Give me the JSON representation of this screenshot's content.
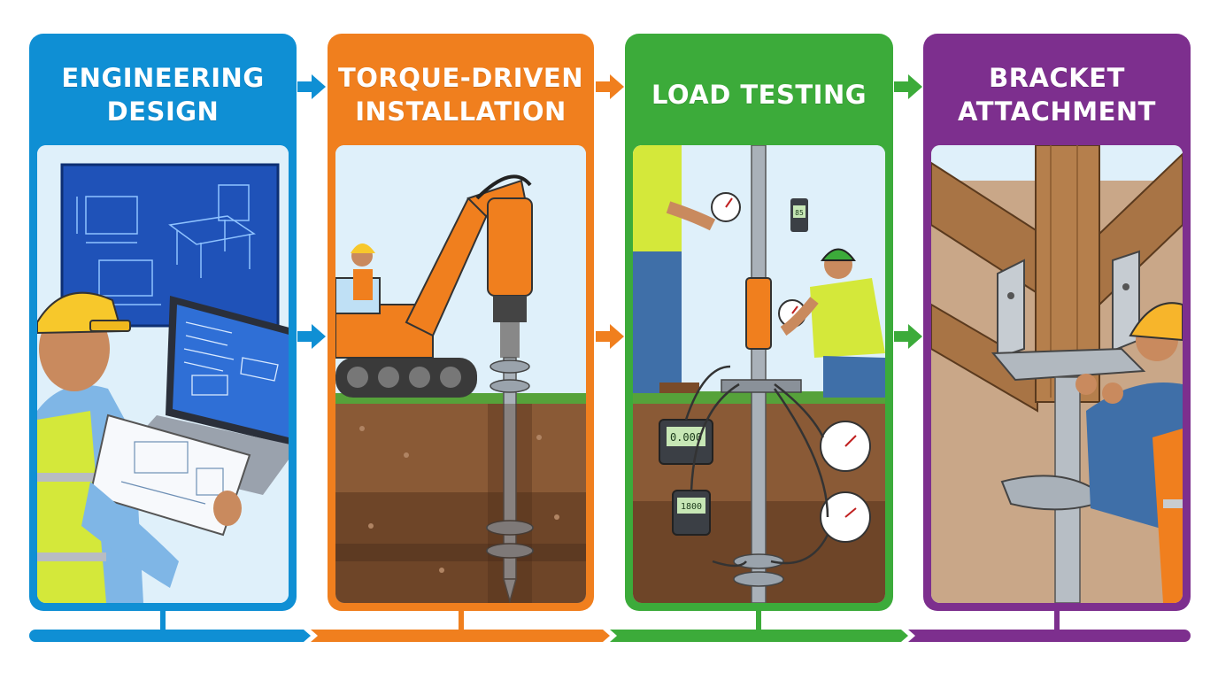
{
  "steps": [
    {
      "title": "ENGINEERING\nDESIGN",
      "color": "#0f8fd4"
    },
    {
      "title": "TORQUE-DRIVEN\nINSTALLATION",
      "color": "#f07f1e"
    },
    {
      "title": "LOAD TESTING",
      "color": "#3cab3a"
    },
    {
      "title": "BRACKET\nATTACHMENT",
      "color": "#7d2f8e"
    }
  ],
  "gauges": {
    "meter_1": "0.000",
    "meter_2": "1800",
    "meter_3": "85"
  }
}
